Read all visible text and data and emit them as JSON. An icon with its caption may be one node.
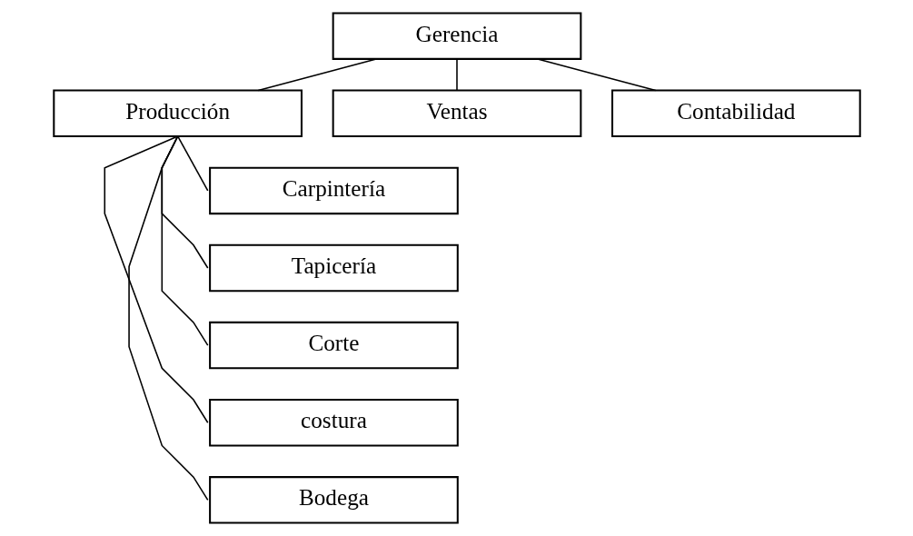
{
  "diagram": {
    "nodes": [
      {
        "text": [
          "Gerencia"
        ]
      },
      {
        "text": [
          "Producción"
        ]
      },
      {
        "text": [
          "Ventas"
        ]
      },
      {
        "text": [
          "Contabilidad"
        ]
      },
      {
        "text": [
          "Carpintería"
        ]
      },
      {
        "text": [
          "Tapicería"
        ]
      },
      {
        "text": [
          "Corte"
        ]
      },
      {
        "text": [
          "costura"
        ]
      },
      {
        "text": [
          "Bodega"
        ]
      }
    ],
    "edges": [
      {
        "from": 0,
        "to": 1,
        "arrow": "none"
      },
      {
        "from": 0,
        "to": 2,
        "arrow": "none"
      },
      {
        "from": 0,
        "to": 3,
        "arrow": "none"
      },
      {
        "from": 1,
        "to": 4,
        "arrow": "none"
      },
      {
        "from": 1,
        "to": 5,
        "arrow": "none"
      },
      {
        "from": 1,
        "to": 6,
        "arrow": "none"
      },
      {
        "from": 1,
        "to": 7,
        "arrow": "none"
      },
      {
        "from": 1,
        "to": 8,
        "arrow": "none"
      }
    ]
  }
}
